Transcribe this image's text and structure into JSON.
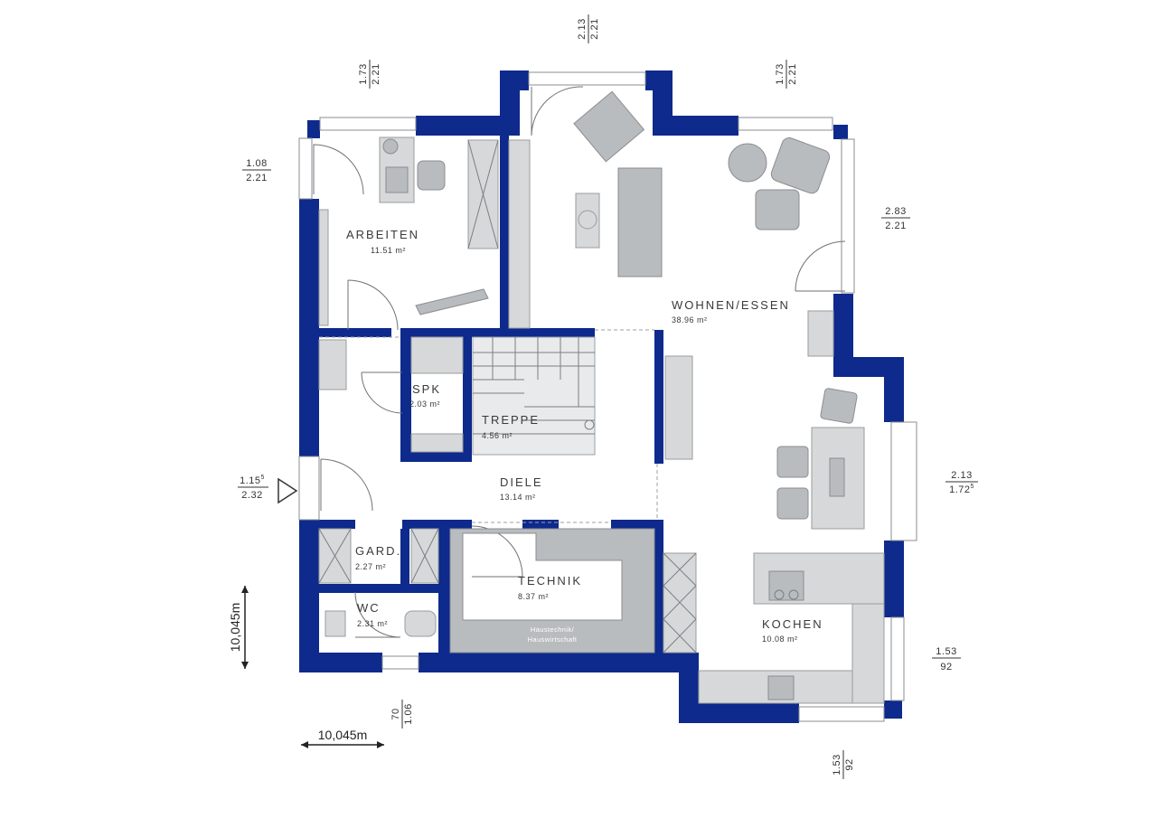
{
  "rooms": {
    "arbeiten": {
      "name": "ARBEITEN",
      "area": "11.51 m²"
    },
    "wohnen": {
      "name": "WOHNEN/ESSEN",
      "area": "38.96 m²"
    },
    "spk": {
      "name": "SPK",
      "area": "2.03 m²"
    },
    "treppe": {
      "name": "TREPPE",
      "area": "4.56 m²"
    },
    "diele": {
      "name": "DIELE",
      "area": "13.14 m²"
    },
    "gard": {
      "name": "GARD.",
      "area": "2.27 m²"
    },
    "wc": {
      "name": "WC",
      "area": "2.31 m²"
    },
    "technik": {
      "name": "TECHNIK",
      "area": "8.37 m²"
    },
    "kochen": {
      "name": "KOCHEN",
      "area": "10.08 m²"
    }
  },
  "technik_note": {
    "line1": "Haustechnik/",
    "line2": "Hauswirtschaft"
  },
  "window_dims": {
    "top_center": {
      "top": "2.13",
      "bottom": "2.21"
    },
    "top_left": {
      "top": "1.73",
      "bottom": "2.21"
    },
    "top_right": {
      "top": "1.73",
      "bottom": "2.21"
    },
    "left_upper": {
      "top": "1.08",
      "bottom": "2.21"
    },
    "right_upper": {
      "top": "2.83",
      "bottom": "2.21"
    },
    "left_entry": {
      "top": "1.15",
      "top_sup": "5",
      "bottom": "2.32"
    },
    "right_middle": {
      "top": "2.13",
      "bottom": "1.72",
      "bottom_sup": "5"
    },
    "right_lower": {
      "top": "1.53",
      "bottom": "92"
    },
    "bottom_left": {
      "top": "70",
      "bottom": "1.06"
    },
    "bottom_right": {
      "top": "1.53",
      "bottom": "92"
    }
  },
  "scale": {
    "horizontal": "10,045m",
    "vertical": "10,045m"
  },
  "colors": {
    "wall": "#0d2a8c",
    "furniture": "#b9bcbf",
    "floor": "#ffffff"
  }
}
